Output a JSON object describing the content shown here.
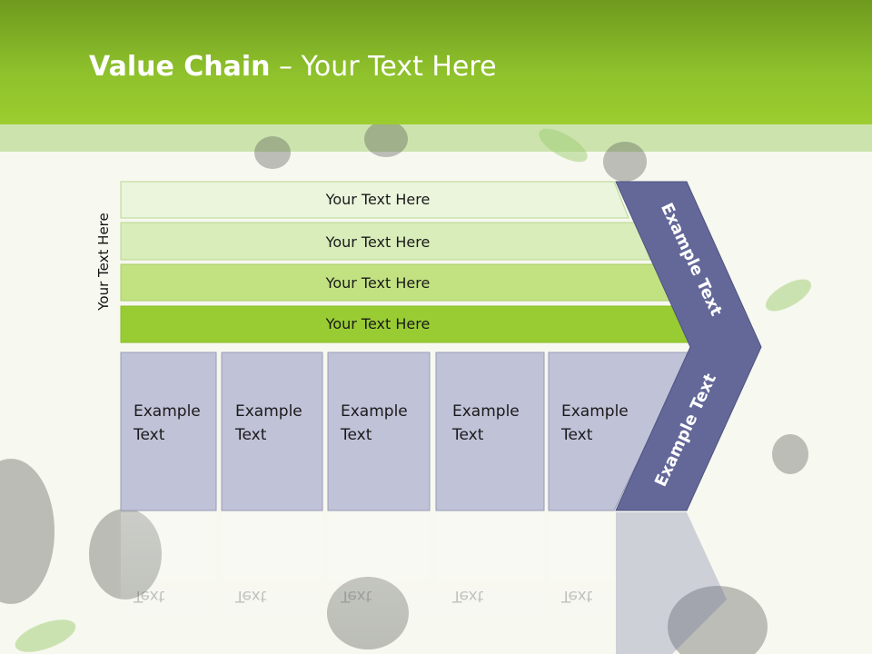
{
  "slide": {
    "title_bold": "Value Chain",
    "title_rest": " – Your Text Here",
    "vertical_label": "Your Text Here"
  },
  "rows": [
    "Your Text Here",
    "Your Text Here",
    "Your Text Here",
    "Your Text Here"
  ],
  "boxes": [
    {
      "line1": "Example",
      "line2": "Text"
    },
    {
      "line1": "Example",
      "line2": "Text"
    },
    {
      "line1": "Example",
      "line2": "Text"
    },
    {
      "line1": "Example",
      "line2": "Text"
    },
    {
      "line1": "Example",
      "line2": "Text"
    }
  ],
  "chevron": {
    "upper": "Example Text",
    "lower": "Example Text"
  },
  "colors": {
    "header": "#8fc22c",
    "row_colors": [
      "#eaf5dc",
      "#d8edba",
      "#c2e282",
      "#99cc33"
    ],
    "box_fill": "#c0c2d8",
    "chevron": "#636898"
  }
}
